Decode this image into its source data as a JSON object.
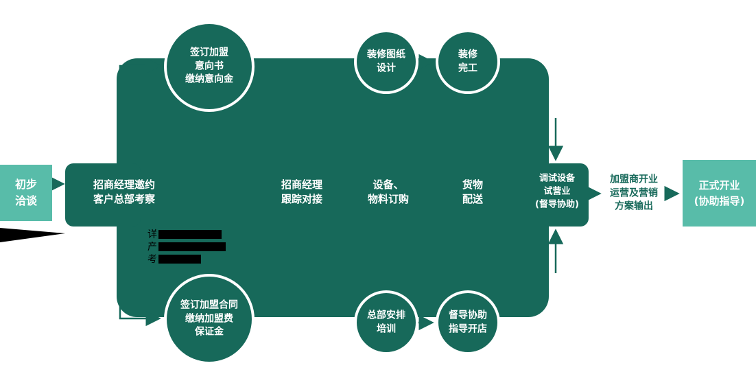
{
  "colors": {
    "dark_teal": "#17695a",
    "light_teal": "#58bca9",
    "text_white": "#ffffff",
    "note_black": "#000000"
  },
  "start_box": [
    "初步",
    "洽谈"
  ],
  "steps": [
    [
      "招商经理邀约",
      "客户总部考察"
    ],
    [
      "招商经理",
      "跟踪对接"
    ],
    [
      "设备、",
      "物料订购"
    ],
    [
      "货物",
      "配送"
    ],
    [
      "调试设备",
      "试营业",
      "(督导协助)"
    ]
  ],
  "top_circles": [
    [
      "签订加盟",
      "意向书",
      "缴纳意向金"
    ],
    [
      "装修图纸",
      "设计"
    ],
    [
      "装修",
      "完工"
    ]
  ],
  "bottom_circles": [
    [
      "签订加盟合同",
      "缴纳加盟费",
      "保证金"
    ],
    [
      "总部安排",
      "培训"
    ],
    [
      "督导协助",
      "指导开店"
    ]
  ],
  "output_step": [
    "加盟商开业",
    "运营及营销",
    "方案输出"
  ],
  "end_box": [
    "正式开业",
    "(协助指导)"
  ],
  "partial_note": [
    "详",
    "产",
    "考"
  ]
}
